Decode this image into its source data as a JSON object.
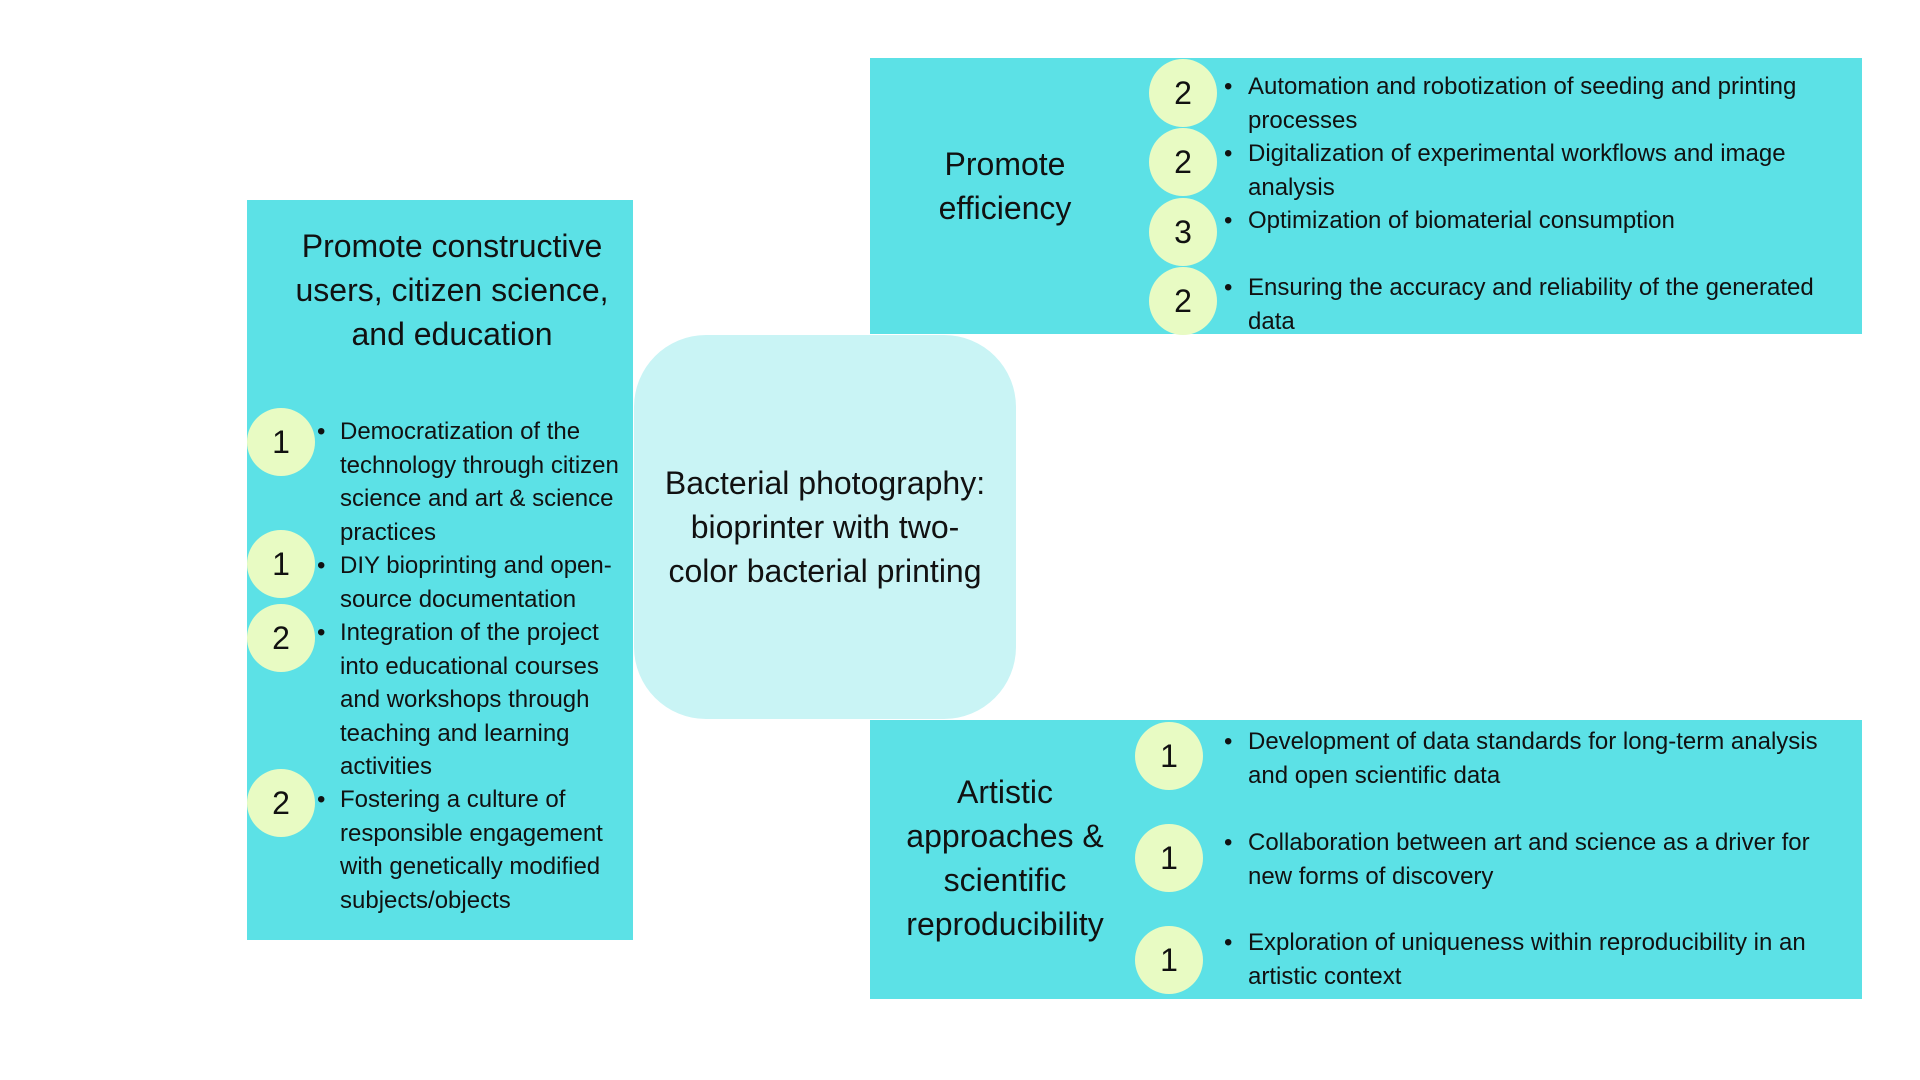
{
  "center": {
    "title": "Bacterial photography: bioprinter with two-color bacterial printing"
  },
  "left_box": {
    "title": "Promote constructive users, citizen science, and education",
    "items": [
      {
        "badge": "1",
        "text": "Democratization of the technology through citizen science and art & science practices"
      },
      {
        "badge": "1",
        "text": "DIY bioprinting and open-source documentation"
      },
      {
        "badge": "2",
        "text": "Integration of the project into educational courses and workshops through teaching and learning activities"
      },
      {
        "badge": "2",
        "text": "Fostering a culture of responsible engagement with genetically modified subjects/objects"
      }
    ]
  },
  "top_right_box": {
    "title": "Promote efficiency",
    "items": [
      {
        "badge": "2",
        "text": "Automation and robotization of seeding and printing processes"
      },
      {
        "badge": "2",
        "text": "Digitalization of experimental workflows and image analysis"
      },
      {
        "badge": "3",
        "text": "Optimization of biomaterial consumption"
      },
      {
        "badge": "2",
        "text": "Ensuring the accuracy and reliability of the generated data"
      }
    ]
  },
  "bottom_right_box": {
    "title": "Artistic approaches & scientific reproducibility",
    "items": [
      {
        "badge": "1",
        "text": "Development of data standards for long-term analysis and open scientific data"
      },
      {
        "badge": "1",
        "text": "Collaboration between art and science as a driver for new forms of discovery"
      },
      {
        "badge": "1",
        "text": "Exploration of uniqueness within reproducibility in an artistic context"
      }
    ]
  },
  "bullet_glyph": "•",
  "colors": {
    "box_fill": "#5ce1e6",
    "center_fill": "#c9f4f5",
    "badge_fill": "#e8fbc3"
  }
}
